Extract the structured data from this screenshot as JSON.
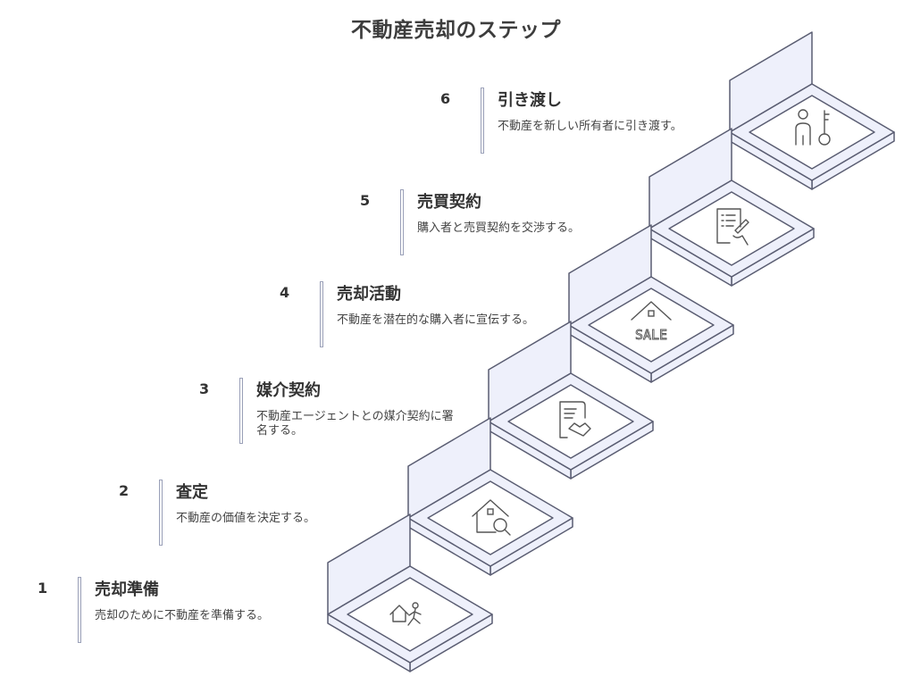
{
  "title": "不動産売却のステップ",
  "colors": {
    "stair_fill": "#eef0fb",
    "stair_stroke": "#5a5d72",
    "icon_stroke": "#555555",
    "bar_stroke": "#9aa0b8"
  },
  "steps": [
    {
      "number": "1",
      "title": "売却準備",
      "description": "売却のために不動産を準備する。",
      "icon": "house-person-running-icon"
    },
    {
      "number": "2",
      "title": "査定",
      "description": "不動産の価値を決定する。",
      "icon": "house-magnifier-icon"
    },
    {
      "number": "3",
      "title": "媒介契約",
      "description": "不動産エージェントとの媒介契約に署名する。",
      "icon": "contract-handshake-icon"
    },
    {
      "number": "4",
      "title": "売却活動",
      "description": "不動産を潜在的な購入者に宣伝する。",
      "icon": "house-sale-icon"
    },
    {
      "number": "5",
      "title": "売買契約",
      "description": "購入者と売買契約を交渉する。",
      "icon": "document-signing-icon"
    },
    {
      "number": "6",
      "title": "引き渡し",
      "description": "不動産を新しい所有者に引き渡す。",
      "icon": "person-key-icon"
    }
  ]
}
